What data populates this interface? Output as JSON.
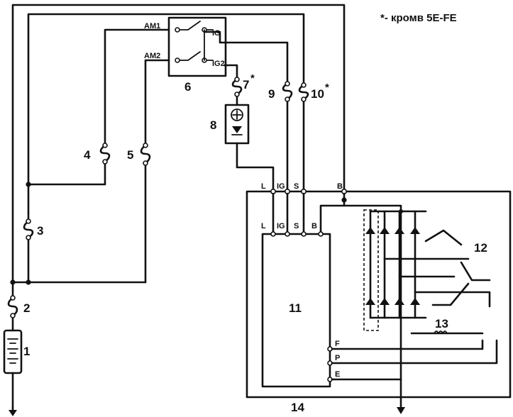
{
  "note": "*- кромв 5E-FE",
  "labels": {
    "battery": "1",
    "fuse_main": "2",
    "fuse_3": "3",
    "fuse_4": "4",
    "fuse_5": "5",
    "ignition_switch": "6",
    "fuse_7": "7",
    "fuse_7_mark": "*",
    "charge_lamp": "8",
    "fuse_9": "9",
    "fuse_10": "10",
    "fuse_10_mark": "*",
    "regulator": "11",
    "stator": "12",
    "rotor": "13",
    "alternator": "14"
  },
  "switch_pins": {
    "am1": "AM1",
    "am2": "AM2",
    "ig1": "IG",
    "ig2": "IG2"
  },
  "alternator_pins": {
    "l": "L",
    "ig": "IG",
    "s": "S",
    "b": "B"
  },
  "regulator_pins": {
    "l": "L",
    "ig": "IG",
    "s": "S",
    "b": "B",
    "f": "F",
    "p": "P",
    "e": "E"
  }
}
